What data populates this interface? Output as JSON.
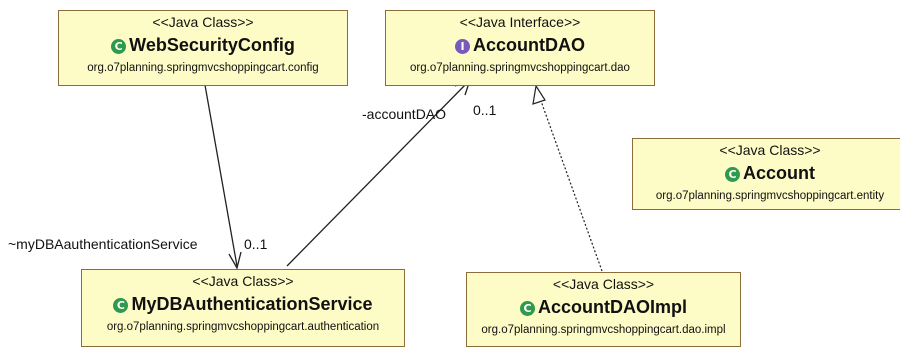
{
  "colors": {
    "box_fill": "#fdfbc6",
    "box_border": "#8a6d3b",
    "class_icon": "#2f9a4b",
    "interface_icon": "#7a5ab8"
  },
  "nodes": {
    "web_security_config": {
      "stereotype": "<<Java Class>>",
      "icon": "class-icon",
      "icon_glyph": "C",
      "name": "WebSecurityConfig",
      "package": "org.o7planning.springmvcshoppingcart.config"
    },
    "account_dao": {
      "stereotype": "<<Java Interface>>",
      "icon": "interface-icon",
      "icon_glyph": "I",
      "name": "AccountDAO",
      "package": "org.o7planning.springmvcshoppingcart.dao"
    },
    "account": {
      "stereotype": "<<Java Class>>",
      "icon": "class-icon",
      "icon_glyph": "C",
      "name": "Account",
      "package": "org.o7planning.springmvcshoppingcart.entity"
    },
    "my_db_auth_service": {
      "stereotype": "<<Java Class>>",
      "icon": "class-icon",
      "icon_glyph": "C",
      "name": "MyDBAuthenticationService",
      "package": "org.o7planning.springmvcshoppingcart.authentication"
    },
    "account_dao_impl": {
      "stereotype": "<<Java Class>>",
      "icon": "class-icon",
      "icon_glyph": "C",
      "name": "AccountDAOImpl",
      "package": "org.o7planning.springmvcshoppingcart.dao.impl"
    }
  },
  "edges": {
    "auth_service_association": {
      "role": "~myDBAauthenticationService",
      "multiplicity": "0..1"
    },
    "account_dao_association": {
      "role": "-accountDAO",
      "multiplicity": "0..1"
    }
  }
}
